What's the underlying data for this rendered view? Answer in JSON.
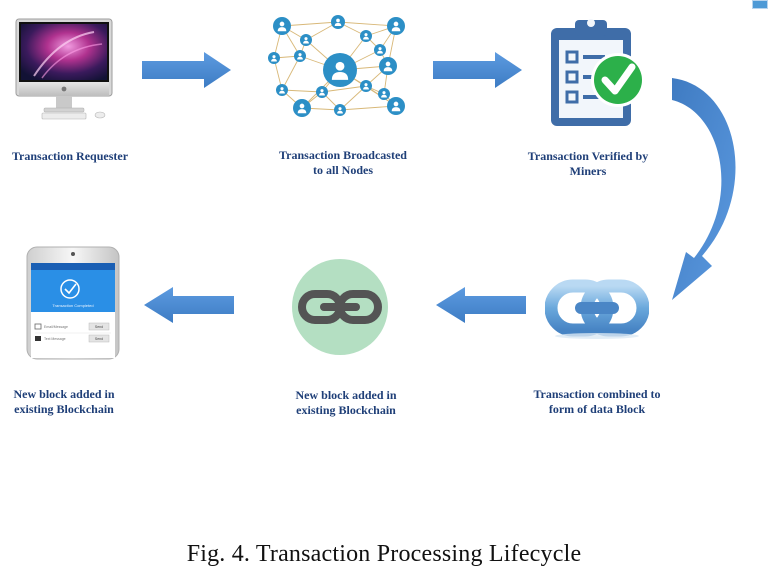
{
  "nodes": [
    {
      "id": "requester",
      "label": [
        "Transaction Requester"
      ],
      "icon": "desktop-computer-icon"
    },
    {
      "id": "broadcast",
      "label": [
        "Transaction Broadcasted",
        "to all Nodes"
      ],
      "icon": "network-nodes-icon"
    },
    {
      "id": "verified",
      "label": [
        "Transaction Verified by",
        "Miners"
      ],
      "icon": "clipboard-checkmark-icon"
    },
    {
      "id": "combined",
      "label": [
        "Transaction combined to",
        "form of data Block"
      ],
      "icon": "blue-chain-link-icon"
    },
    {
      "id": "block_mid",
      "label": [
        "New block added in",
        "existing Blockchain"
      ],
      "icon": "gray-chain-link-icon"
    },
    {
      "id": "block_left",
      "label": [
        "New block added in",
        "existing Blockchain"
      ],
      "icon": "smartphone-icon"
    }
  ],
  "phone": {
    "status_text": "Transaction Completed",
    "rows": [
      {
        "label": "Email/Message",
        "action": "Send"
      },
      {
        "label": "Text Message",
        "action": "Send"
      }
    ]
  },
  "caption": "Fig. 4. Transaction Processing Lifecycle",
  "colors": {
    "arrow": "#4a8cd2",
    "label": "#1f3f78",
    "node": "#2c8fc6",
    "clipboard": "#3f6da8",
    "check": "#2cb04a",
    "chain_bg": "#b4dfc2"
  }
}
